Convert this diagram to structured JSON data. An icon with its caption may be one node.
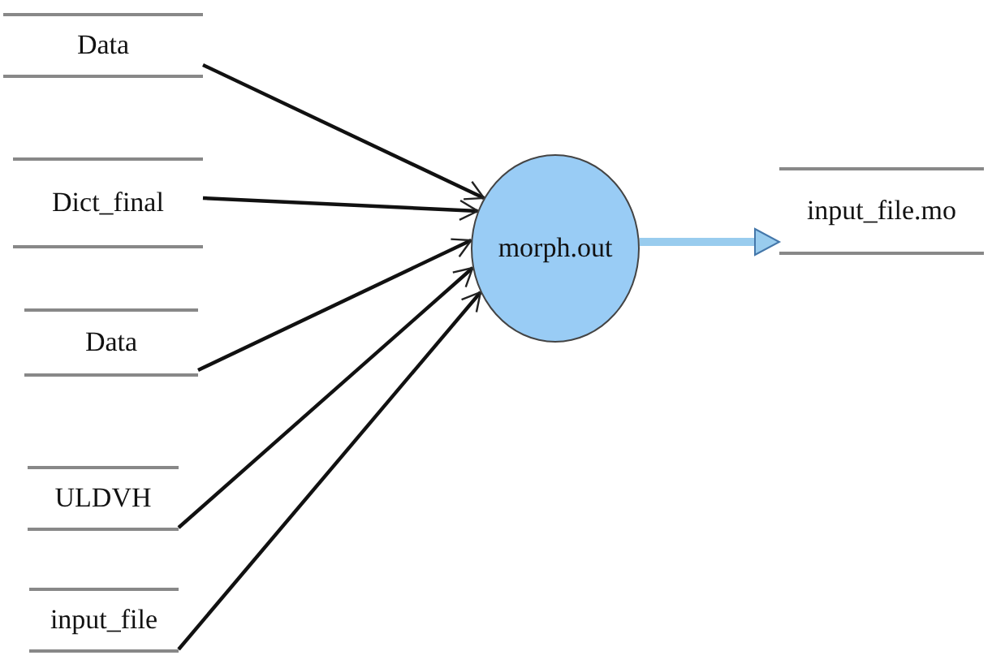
{
  "diagram": {
    "nodes": [
      {
        "text": [
          "Data"
        ]
      },
      {
        "text": [
          "Dict_final"
        ]
      },
      {
        "text": [
          "Data"
        ]
      },
      {
        "text": [
          "ULDVH"
        ]
      },
      {
        "text": [
          "input_file"
        ]
      },
      {
        "text": [
          "morph.out"
        ]
      },
      {
        "text": [
          "input_file.mo"
        ]
      }
    ],
    "edges": [
      {
        "from": 0,
        "to": 5,
        "arrow": "to"
      },
      {
        "from": 1,
        "to": 5,
        "arrow": "to"
      },
      {
        "from": 2,
        "to": 5,
        "arrow": "to"
      },
      {
        "from": 3,
        "to": 5,
        "arrow": "to"
      },
      {
        "from": 4,
        "to": 5,
        "arrow": "to"
      },
      {
        "from": 5,
        "to": 6,
        "arrow": "to",
        "style": "thick",
        "color": "#99ccee"
      }
    ]
  }
}
